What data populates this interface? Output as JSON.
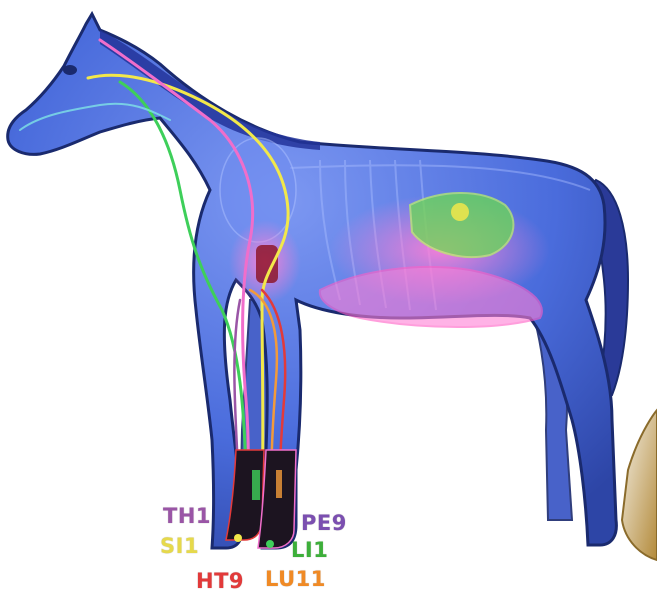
{
  "labels": {
    "th1": "TH1",
    "si1": "SI1",
    "ht9": "HT9",
    "pe9": "PE9",
    "li1": "LI1",
    "lu11": "LU11"
  },
  "colors": {
    "th1": "#9a55a6",
    "si1": "#e6d94b",
    "ht9": "#e23a3a",
    "pe9": "#7b4fb0",
    "li1": "#3daf3a",
    "lu11": "#f08a25",
    "body": "#3d63d8",
    "outline": "#1a2a6e",
    "meridian_pink": "#f06ecb",
    "meridian_yellow": "#f2e84a",
    "meridian_green": "#3ecf5a",
    "meridian_orange": "#f29a3a"
  }
}
